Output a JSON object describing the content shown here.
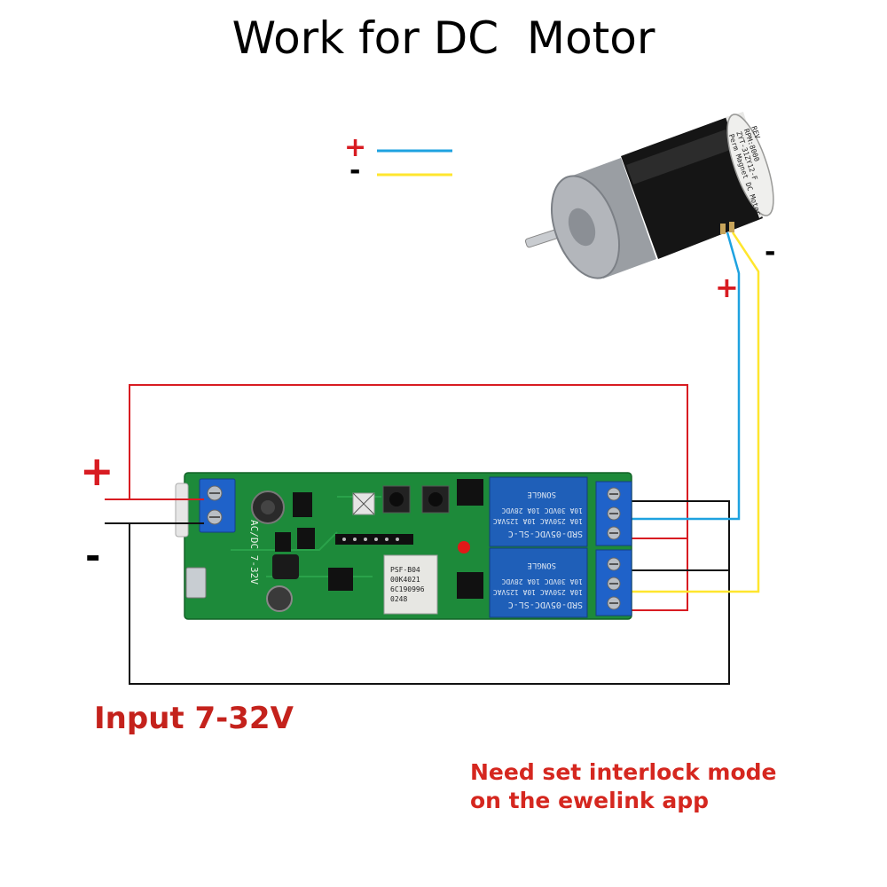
{
  "title": "Work for DC  Motor",
  "legend": {
    "plus": "+",
    "minus": "-",
    "plus_color": "#1ea2e0",
    "minus_color": "#ffe62e"
  },
  "motor": {
    "plus": "+",
    "minus": "-",
    "label_lines": [
      "RPM:8000",
      "ZYT-31ZY12-F",
      "Perm Magnet DC Motor",
      "REV"
    ]
  },
  "input": {
    "plus": "+",
    "minus": "-",
    "label": "Input 7-32V"
  },
  "board": {
    "silk_label": "AC/DC 7-32V",
    "module_lines": [
      "PSF-B04",
      "00K4021",
      "6C190996",
      "0248"
    ],
    "relay_lines": [
      "SRD-05VDC-SL-C",
      "10A 250VAC 10A 125VAC",
      "10A 30VDC 10A 28VDC",
      "SONGLE"
    ]
  },
  "note": {
    "line1": "Need set interlock mode",
    "line2": "on the ewelink app"
  },
  "colors": {
    "red_wire": "#d81c22",
    "black_wire": "#111111",
    "blue_wire": "#1ea2e0",
    "yellow_wire": "#ffe62e",
    "pcb_green": "#1d8a3a",
    "relay_blue": "#1f5fb8",
    "terminal_blue": "#1f62c9"
  }
}
